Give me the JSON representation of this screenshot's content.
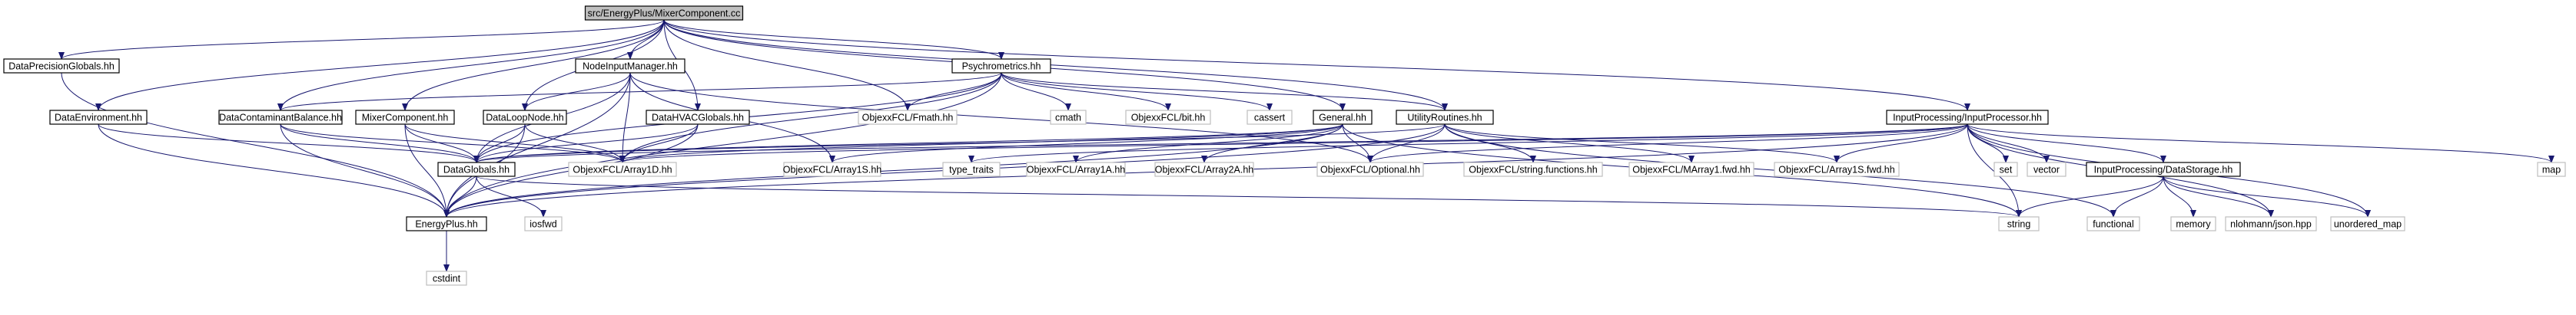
{
  "diagram": {
    "nodes": [
      {
        "id": "root",
        "label": "src/EnergyPlus/MixerComponent.cc",
        "kind": "root"
      },
      {
        "id": "dph",
        "label": "DataPrecisionGlobals.hh",
        "kind": "local"
      },
      {
        "id": "nim",
        "label": "NodeInputManager.hh",
        "kind": "local"
      },
      {
        "id": "psy",
        "label": "Psychrometrics.hh",
        "kind": "local"
      },
      {
        "id": "denv",
        "label": "DataEnvironment.hh",
        "kind": "local"
      },
      {
        "id": "dcb",
        "label": "DataContaminantBalance.hh",
        "kind": "local"
      },
      {
        "id": "mch",
        "label": "MixerComponent.hh",
        "kind": "local"
      },
      {
        "id": "dln",
        "label": "DataLoopNode.hh",
        "kind": "local"
      },
      {
        "id": "dhvac",
        "label": "DataHVACGlobals.hh",
        "kind": "local"
      },
      {
        "id": "fmath",
        "label": "ObjexxFCL/Fmath.hh",
        "kind": "external"
      },
      {
        "id": "cmath",
        "label": "cmath",
        "kind": "external"
      },
      {
        "id": "bit",
        "label": "ObjexxFCL/bit.hh",
        "kind": "external"
      },
      {
        "id": "cassert",
        "label": "cassert",
        "kind": "external"
      },
      {
        "id": "gen",
        "label": "General.hh",
        "kind": "local"
      },
      {
        "id": "util",
        "label": "UtilityRoutines.hh",
        "kind": "local"
      },
      {
        "id": "ipp",
        "label": "InputProcessing/InputProcessor.hh",
        "kind": "local"
      },
      {
        "id": "dg",
        "label": "DataGlobals.hh",
        "kind": "local"
      },
      {
        "id": "a1d",
        "label": "ObjexxFCL/Array1D.hh",
        "kind": "external"
      },
      {
        "id": "a1s",
        "label": "ObjexxFCL/Array1S.hh",
        "kind": "external"
      },
      {
        "id": "tt",
        "label": "type_traits",
        "kind": "external"
      },
      {
        "id": "a1a",
        "label": "ObjexxFCL/Array1A.hh",
        "kind": "external"
      },
      {
        "id": "a2a",
        "label": "ObjexxFCL/Array2A.hh",
        "kind": "external"
      },
      {
        "id": "opt",
        "label": "ObjexxFCL/Optional.hh",
        "kind": "external"
      },
      {
        "id": "strf",
        "label": "ObjexxFCL/string.functions.hh",
        "kind": "external"
      },
      {
        "id": "ma1f",
        "label": "ObjexxFCL/MArray1.fwd.hh",
        "kind": "external"
      },
      {
        "id": "a1sf",
        "label": "ObjexxFCL/Array1S.fwd.hh",
        "kind": "external"
      },
      {
        "id": "set",
        "label": "set",
        "kind": "external"
      },
      {
        "id": "vector",
        "label": "vector",
        "kind": "external"
      },
      {
        "id": "ids",
        "label": "InputProcessing/DataStorage.hh",
        "kind": "local"
      },
      {
        "id": "map",
        "label": "map",
        "kind": "external"
      },
      {
        "id": "ep",
        "label": "EnergyPlus.hh",
        "kind": "local"
      },
      {
        "id": "iosfwd",
        "label": "iosfwd",
        "kind": "external"
      },
      {
        "id": "string",
        "label": "string",
        "kind": "external"
      },
      {
        "id": "func",
        "label": "functional",
        "kind": "external"
      },
      {
        "id": "memory",
        "label": "memory",
        "kind": "external"
      },
      {
        "id": "json",
        "label": "nlohmann/json.hpp",
        "kind": "external"
      },
      {
        "id": "umap",
        "label": "unordered_map",
        "kind": "external"
      },
      {
        "id": "cstdint",
        "label": "cstdint",
        "kind": "external"
      }
    ],
    "edges": [
      [
        "root",
        "dph"
      ],
      [
        "root",
        "nim"
      ],
      [
        "root",
        "psy"
      ],
      [
        "root",
        "denv"
      ],
      [
        "root",
        "dcb"
      ],
      [
        "root",
        "mch"
      ],
      [
        "root",
        "dln"
      ],
      [
        "root",
        "dhvac"
      ],
      [
        "root",
        "fmath"
      ],
      [
        "root",
        "gen"
      ],
      [
        "root",
        "util"
      ],
      [
        "root",
        "ipp"
      ],
      [
        "dph",
        "ep"
      ],
      [
        "nim",
        "dln"
      ],
      [
        "nim",
        "dg"
      ],
      [
        "nim",
        "a1d"
      ],
      [
        "nim",
        "a1s"
      ],
      [
        "nim",
        "opt"
      ],
      [
        "nim",
        "ep"
      ],
      [
        "psy",
        "fmath"
      ],
      [
        "psy",
        "cmath"
      ],
      [
        "psy",
        "bit"
      ],
      [
        "psy",
        "cassert"
      ],
      [
        "psy",
        "dg"
      ],
      [
        "psy",
        "a1d"
      ],
      [
        "psy",
        "util"
      ],
      [
        "psy",
        "ep"
      ],
      [
        "psy",
        "dcb"
      ],
      [
        "denv",
        "dg"
      ],
      [
        "denv",
        "ep"
      ],
      [
        "dcb",
        "dg"
      ],
      [
        "dcb",
        "a1d"
      ],
      [
        "dcb",
        "ep"
      ],
      [
        "mch",
        "dg"
      ],
      [
        "mch",
        "a1d"
      ],
      [
        "mch",
        "ep"
      ],
      [
        "dln",
        "dg"
      ],
      [
        "dln",
        "a1d"
      ],
      [
        "dln",
        "ep"
      ],
      [
        "dhvac",
        "dg"
      ],
      [
        "dhvac",
        "a1d"
      ],
      [
        "dhvac",
        "ep"
      ],
      [
        "gen",
        "dg"
      ],
      [
        "gen",
        "a1d"
      ],
      [
        "gen",
        "a1s"
      ],
      [
        "gen",
        "a1a"
      ],
      [
        "gen",
        "a2a"
      ],
      [
        "gen",
        "opt"
      ],
      [
        "gen",
        "ep"
      ],
      [
        "gen",
        "string"
      ],
      [
        "util",
        "dg"
      ],
      [
        "util",
        "opt"
      ],
      [
        "util",
        "strf"
      ],
      [
        "util",
        "ma1f"
      ],
      [
        "util",
        "a1sf"
      ],
      [
        "util",
        "ep"
      ],
      [
        "util",
        "func"
      ],
      [
        "ipp",
        "dg"
      ],
      [
        "ipp",
        "a1d"
      ],
      [
        "ipp",
        "opt"
      ],
      [
        "ipp",
        "a1sf"
      ],
      [
        "ipp",
        "set"
      ],
      [
        "ipp",
        "vector"
      ],
      [
        "ipp",
        "ids"
      ],
      [
        "ipp",
        "map"
      ],
      [
        "ipp",
        "string"
      ],
      [
        "ipp",
        "json"
      ],
      [
        "ipp",
        "umap"
      ],
      [
        "ipp",
        "ep"
      ],
      [
        "ipp",
        "tt"
      ],
      [
        "ids",
        "string"
      ],
      [
        "ids",
        "func"
      ],
      [
        "ids",
        "memory"
      ],
      [
        "ids",
        "json"
      ],
      [
        "ids",
        "umap"
      ],
      [
        "dg",
        "ep"
      ],
      [
        "dg",
        "iosfwd"
      ],
      [
        "dg",
        "string"
      ],
      [
        "ep",
        "cstdint"
      ]
    ],
    "colors": {
      "edge": "#191970",
      "root_fill": "#bfbfbf",
      "local_stroke": "#000000",
      "external_stroke": "#bfbfbf",
      "external_text": "#000000",
      "background": "#ffffff"
    }
  }
}
